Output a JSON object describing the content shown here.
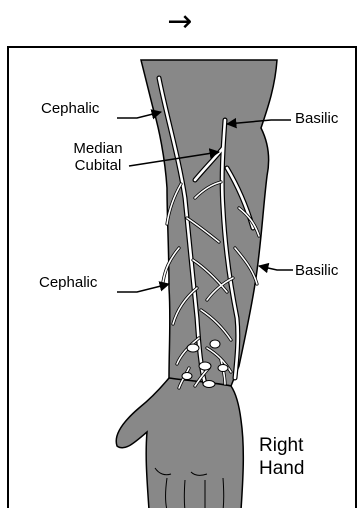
{
  "top_arrow": "→",
  "labels": {
    "cephalic_upper": "Cephalic",
    "basilic_upper": "Basilic",
    "median_line1": "Median",
    "median_line2": "Cubital",
    "cephalic_lower": "Cephalic",
    "basilic_lower": "Basilic",
    "hand_line1": "Right",
    "hand_line2": "Hand"
  },
  "colors": {
    "skin": "#888888",
    "vein": "#ffffff",
    "outline": "#000000"
  }
}
